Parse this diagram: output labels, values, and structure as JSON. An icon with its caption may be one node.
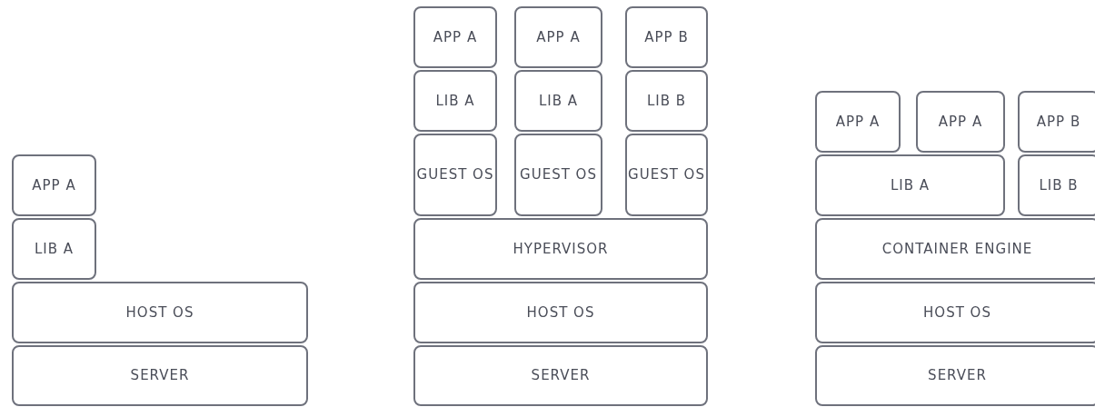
{
  "diagram": {
    "nodes": [
      {
        "text": [
          "APP A"
        ]
      },
      {
        "text": [
          "LIB A"
        ]
      },
      {
        "text": [
          "HOST OS"
        ]
      },
      {
        "text": [
          "SERVER"
        ]
      },
      {
        "text": [
          "APP A"
        ]
      },
      {
        "text": [
          "APP A"
        ]
      },
      {
        "text": [
          "APP B"
        ]
      },
      {
        "text": [
          "LIB A"
        ]
      },
      {
        "text": [
          "LIB A"
        ]
      },
      {
        "text": [
          "LIB B"
        ]
      },
      {
        "text": [
          "GUEST OS"
        ]
      },
      {
        "text": [
          "GUEST OS"
        ]
      },
      {
        "text": [
          "GUEST OS"
        ]
      },
      {
        "text": [
          "HYPERVISOR"
        ]
      },
      {
        "text": [
          "HOST OS"
        ]
      },
      {
        "text": [
          "SERVER"
        ]
      },
      {
        "text": [
          "APP A"
        ]
      },
      {
        "text": [
          "APP A"
        ]
      },
      {
        "text": [
          "APP B"
        ]
      },
      {
        "text": [
          "LIB A"
        ]
      },
      {
        "text": [
          "LIB B"
        ]
      },
      {
        "text": [
          "CONTAINER ENGINE"
        ]
      },
      {
        "text": [
          "HOST OS"
        ]
      },
      {
        "text": [
          "SERVER"
        ]
      }
    ]
  }
}
